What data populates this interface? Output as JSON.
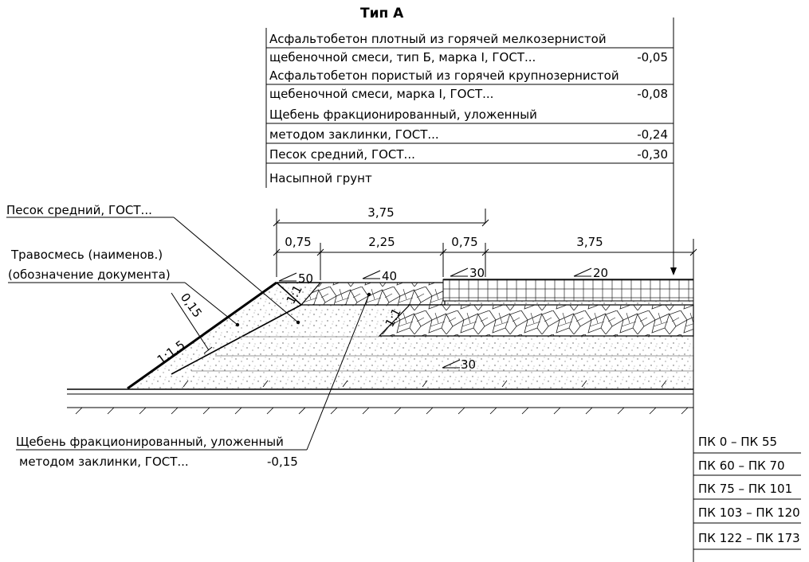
{
  "title": "Тип А",
  "top_layers": [
    {
      "line1": "Асфальтобетон плотный из горячей мелкозернистой",
      "line2": "щебеночной смеси, тип Б, марка I, ГОСТ...",
      "depth": "-0,05"
    },
    {
      "line1": "Асфальтобетон пористый из горячей крупнозернистой",
      "line2": "щебеночной смеси, марка I, ГОСТ...",
      "depth": "-0,08"
    },
    {
      "line1": "Щебень фракционированный, уложенный",
      "line2": "методом заклинки, ГОСТ...",
      "depth": "-0,24"
    },
    {
      "line1": "Песок средний, ГОСТ...",
      "line2": "",
      "depth": "-0,30"
    },
    {
      "line1": "Насыпной грунт",
      "line2": "",
      "depth": ""
    }
  ],
  "left_labels": {
    "sand": "Песок средний, ГОСТ...",
    "grass_line1": "Травосмесь (наименов.)",
    "grass_line2": "(обозначение документа)"
  },
  "bottom_label": {
    "line1": "Щебень фракционированный, уложенный",
    "line2": "методом заклинки, ГОСТ...",
    "depth": "-0,15"
  },
  "dimensions": {
    "top_total": "3,75",
    "seg1": "0,75",
    "seg2": "2,25",
    "seg3": "0,75",
    "seg4": "3,75"
  },
  "slopes": {
    "s50": "50",
    "s40": "40",
    "s30a": "30",
    "s20": "20",
    "s30b": "30",
    "ratio_11a": "1:1",
    "ratio_11b": "1:1",
    "ratio_15": "1:1,5",
    "thick_015": "0,15"
  },
  "pk_ranges": [
    "ПК 0 – ПК 55",
    "ПК 60 – ПК 70",
    "ПК 75 – ПК 101",
    "ПК 103 – ПК 120",
    "ПК 122 – ПК 173"
  ],
  "colors": {
    "ink": "#000000",
    "background": "#ffffff"
  }
}
